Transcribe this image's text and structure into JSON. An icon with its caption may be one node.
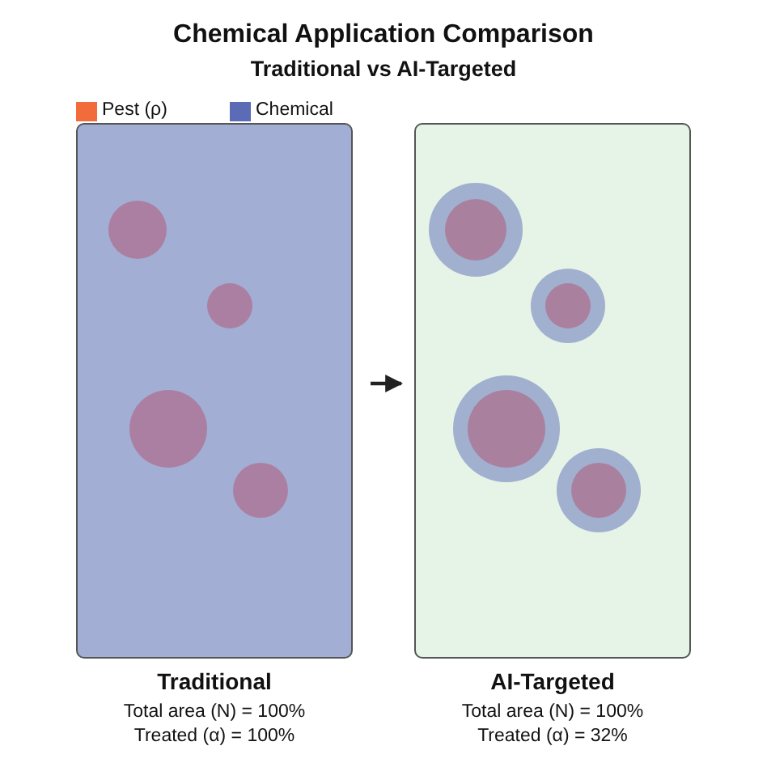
{
  "diagram": {
    "title": "Chemical Application Comparison",
    "nodes": [
      {
        "text": [
          "Traditional"
        ],
        "beside": [
          "Total area (N) = 100%",
          "Treated (α) = 100%"
        ]
      },
      {
        "text": [
          "AI-Targeted"
        ],
        "beside": [
          "Total area (N) = 100%",
          "Treated (α) = 32%"
        ]
      }
    ],
    "edges": [
      {
        "from": 0,
        "to": 1,
        "arrow": "to"
      }
    ],
    "labels": [
      "Traditional vs AI-Targeted"
    ],
    "legend": [
      {
        "text": "Pest (ρ)",
        "color": "#f26b3a"
      },
      {
        "text": "Chemical",
        "color": "#5b6bb5"
      }
    ]
  }
}
